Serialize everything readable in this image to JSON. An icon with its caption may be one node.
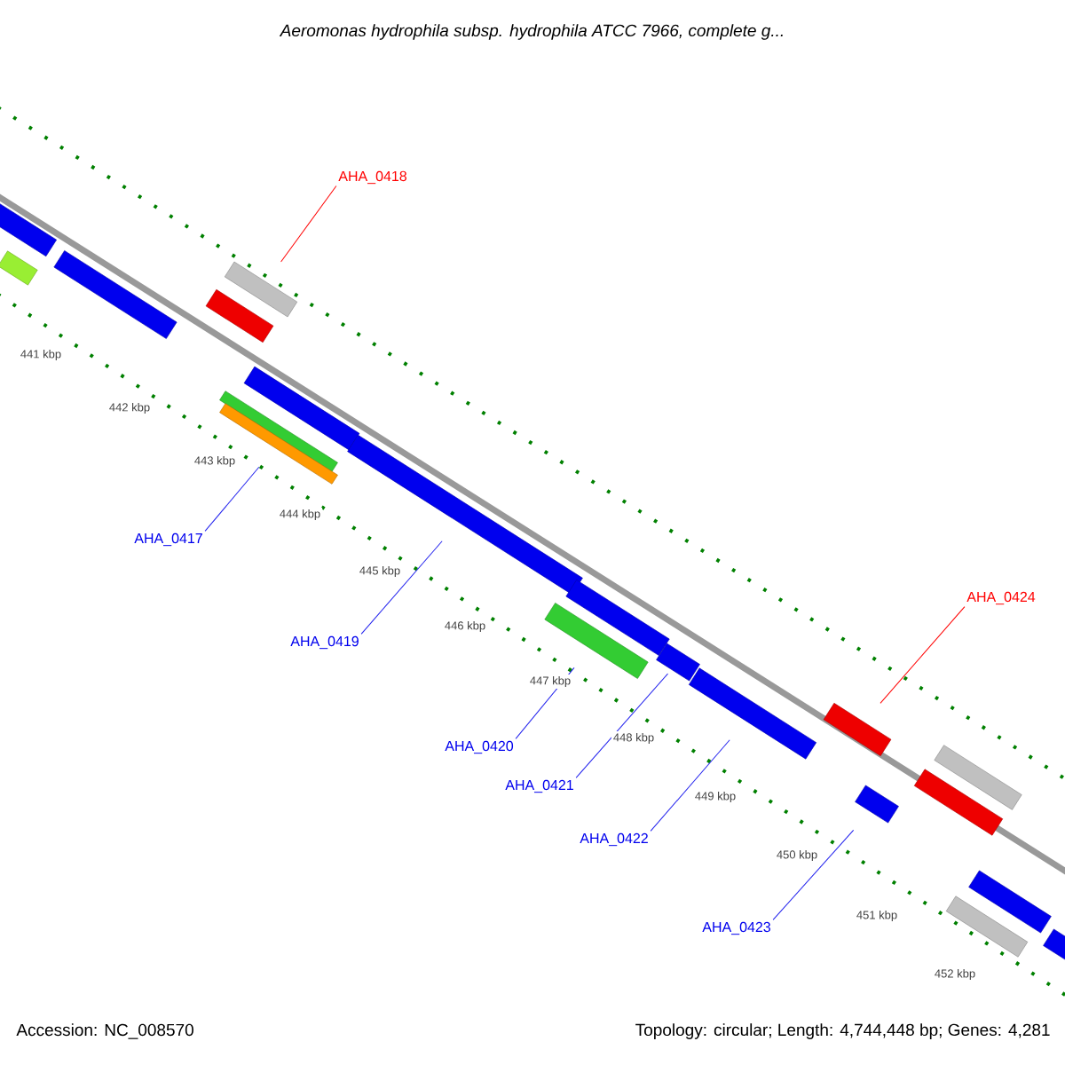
{
  "diagram": {
    "title": "Aeromonas hydrophila subsp. hydrophila ATCC 7966, complete g...",
    "nodes": [
      {
        "text": [
          "AHA_0418"
        ]
      },
      {
        "text": [
          "AHA_0417"
        ]
      },
      {
        "text": [
          "AHA_0419"
        ]
      },
      {
        "text": [
          "AHA_0420"
        ]
      },
      {
        "text": [
          "AHA_0421"
        ]
      },
      {
        "text": [
          "AHA_0422"
        ]
      },
      {
        "text": [
          "AHA_0424"
        ]
      },
      {
        "text": [
          "AHA_0423"
        ]
      },
      {
        "text": [],
        "shape": "bar"
      },
      {
        "text": [],
        "shape": "bar"
      },
      {
        "text": [],
        "shape": "bar"
      },
      {
        "text": [],
        "shape": "bar"
      },
      {
        "text": [],
        "shape": "bar"
      },
      {
        "text": [],
        "shape": "bar"
      },
      {
        "text": [],
        "shape": "bar"
      },
      {
        "text": [],
        "shape": "bar"
      },
      {
        "text": [],
        "shape": "bar"
      },
      {
        "text": [],
        "shape": "bar"
      },
      {
        "text": [],
        "shape": "bar"
      },
      {
        "text": [],
        "shape": "bar"
      },
      {
        "text": [],
        "shape": "bar"
      },
      {
        "text": [],
        "shape": "bar"
      },
      {
        "text": [],
        "shape": "bar"
      },
      {
        "text": [],
        "shape": "bar"
      },
      {
        "text": [],
        "shape": "bar"
      },
      {
        "text": [],
        "shape": "bar"
      },
      {
        "text": [],
        "shape": "bar"
      },
      {
        "text": [],
        "shape": "bar"
      }
    ],
    "edges": [
      {
        "from": 0,
        "to": 12,
        "arrow": "none",
        "color": "#ff0000"
      },
      {
        "from": 1,
        "to": 14,
        "arrow": "none"
      },
      {
        "from": 2,
        "to": 16,
        "arrow": "none"
      },
      {
        "from": 3,
        "to": 17,
        "arrow": "none"
      },
      {
        "from": 4,
        "to": 19,
        "arrow": "none"
      },
      {
        "from": 5,
        "to": 20,
        "arrow": "none"
      },
      {
        "from": 6,
        "to": 21,
        "arrow": "none",
        "color": "#ff0000"
      },
      {
        "from": 7,
        "to": 22,
        "arrow": "none"
      }
    ],
    "labels": [
      "441 kbp",
      "442 kbp",
      "443 kbp",
      "444 kbp",
      "445 kbp",
      "446 kbp",
      "447 kbp",
      "448 kbp",
      "449 kbp",
      "450 kbp",
      "451 kbp",
      "452 kbp",
      "Accession: NC_008570",
      "Topology: circular; Length: 4,744,448 bp; Genes: 4,281"
    ]
  }
}
